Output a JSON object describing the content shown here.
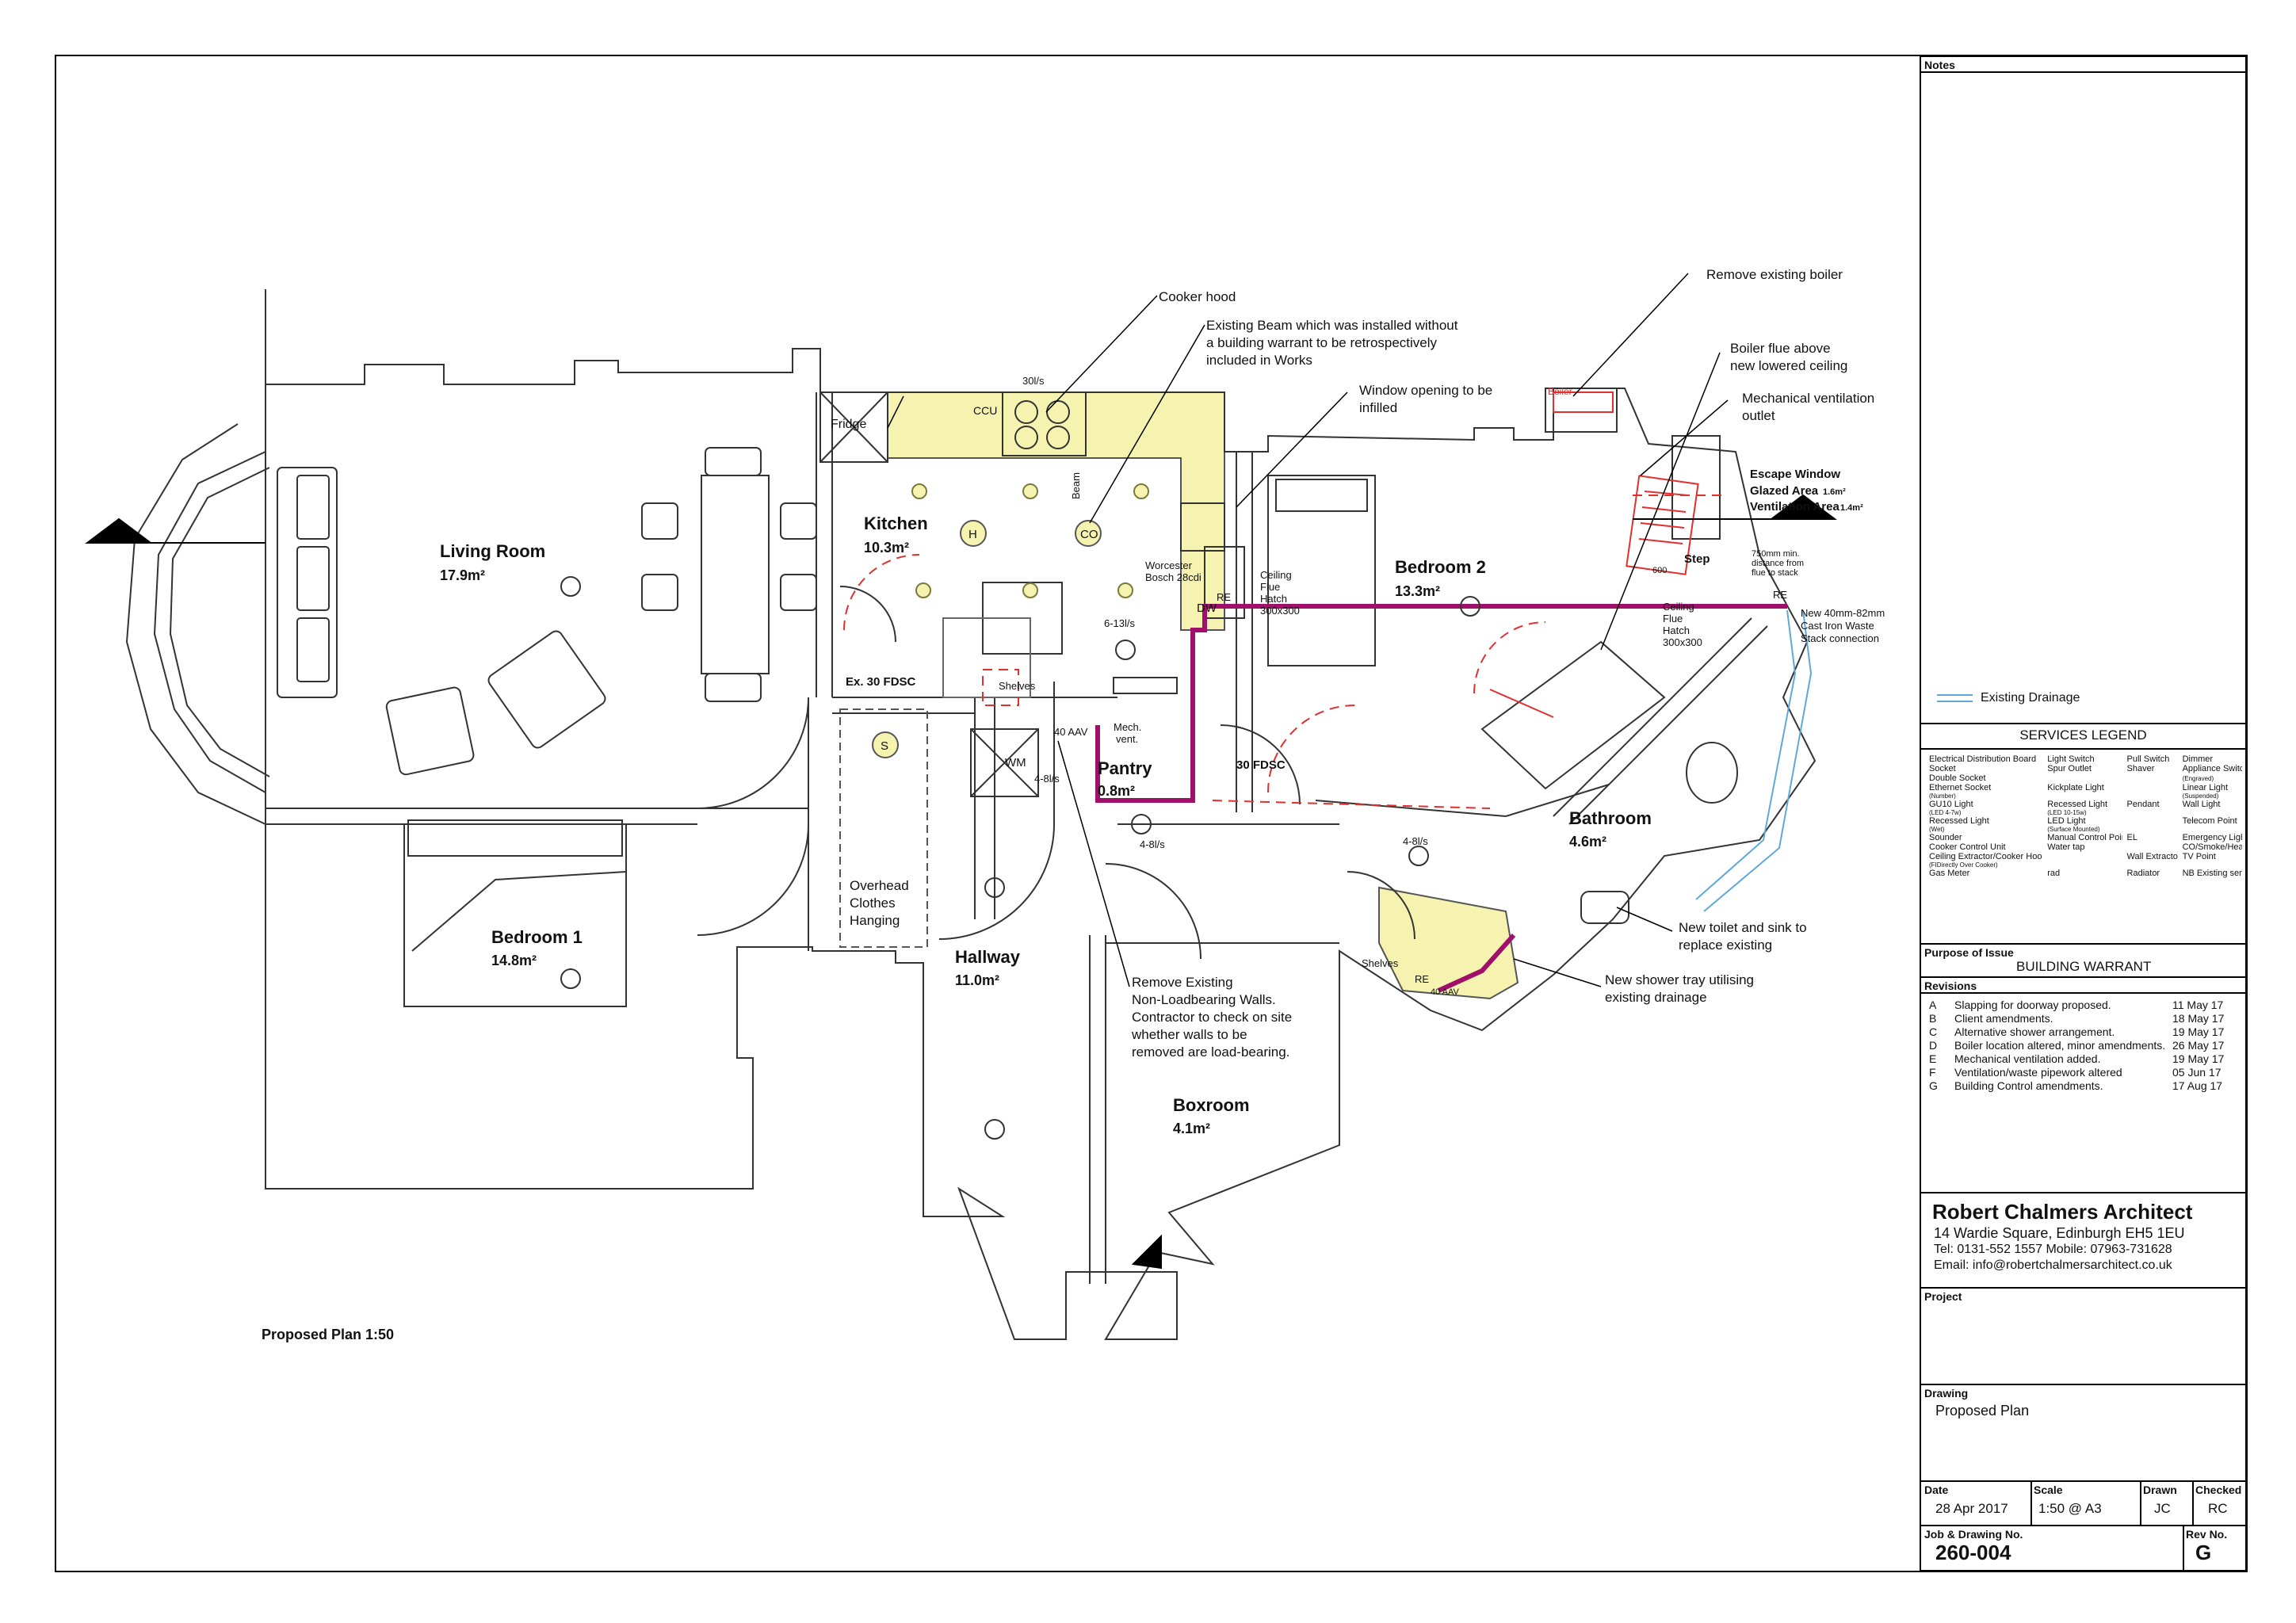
{
  "rooms": [
    {
      "name": "Living Room",
      "area": "17.9m²"
    },
    {
      "name": "Kitchen",
      "area": "10.3m²"
    },
    {
      "name": "Bedroom 2",
      "area": "13.3m²"
    },
    {
      "name": "Bedroom 1",
      "area": "14.8m²"
    },
    {
      "name": "Hallway",
      "area": "11.0m²"
    },
    {
      "name": "Pantry",
      "area": "0.8m²"
    },
    {
      "name": "Bathroom",
      "area": "4.6m²"
    },
    {
      "name": "Boxroom",
      "area": "4.1m²"
    }
  ],
  "annotations": [
    {
      "lines": [
        "Cooker hood"
      ]
    },
    {
      "lines": [
        "Existing Beam which was installed without",
        "a building warrant to be retrospectively",
        "included in Works"
      ]
    },
    {
      "lines": [
        "Window opening to be",
        "infilled"
      ]
    },
    {
      "lines": [
        "Remove existing boiler"
      ]
    },
    {
      "lines": [
        "Boiler flue above",
        "new lowered ceiling"
      ]
    },
    {
      "lines": [
        "Mechanical ventilation",
        "outlet"
      ]
    },
    {
      "lines": [
        "New toilet and sink to",
        "replace existing"
      ]
    },
    {
      "lines": [
        "New shower tray utilising",
        "existing drainage"
      ]
    },
    {
      "lines": [
        "Remove Existing",
        "Non-Loadbearing Walls.",
        "Contractor to check on site",
        "whether walls to be",
        "removed are load-bearing."
      ]
    },
    {
      "lines": [
        "Overhead",
        "Clothes",
        "Hanging"
      ]
    }
  ],
  "escape_window": {
    "title": "Escape Window",
    "glazed_label": "Glazed Area",
    "glazed_value": "1.6m²",
    "vent_label": "Ventilation Area",
    "vent_value": "1.4m²"
  },
  "small_labels": {
    "fridge": "Fridge",
    "ccu": "CCU",
    "flow1": "30l/s",
    "beam": "Beam",
    "worcester": "Worcester",
    "bosch": "Bosch 28cdi",
    "dw": "DW",
    "re": "RE",
    "ceiling": "Ceiling",
    "flue": "Flue",
    "hatch": "Hatch",
    "hatch_size": "300x300",
    "flow2": "6-13l/s",
    "ex_fdsc": "Ex. 30 FDSC",
    "shelves": "Shelves",
    "aav": "40 AAV",
    "mech": "Mech.",
    "vent": "vent.",
    "wm": "WM",
    "flow3": "4-8l/s",
    "flow4": "4-8l/s",
    "fdsc": "30 FDSC",
    "step": "Step",
    "min_note1": "750mm min.",
    "min_note2": "distance from",
    "min_note3": "flue to stack",
    "new_stack1": "New 40mm-82mm",
    "new_stack2": "Cast Iron Waste",
    "new_stack3": "Stack connection",
    "boiler": "Boiler",
    "flow5": "4-8l/s",
    "shelves2": "Shelves",
    "aav2": "40 AAV",
    "h": "H",
    "co": "CO",
    "s": "S",
    "dim600": "600"
  },
  "plan_title": "Proposed Plan 1:50",
  "title_block": {
    "notes_heading": "Notes",
    "existing_drainage": "Existing Drainage",
    "legend_heading": "SERVICES LEGEND",
    "legend": [
      [
        "Electrical Distribution Board",
        "Light Switch",
        "Pull Switch",
        "Dimmer"
      ],
      [
        "Socket",
        "Spur Outlet",
        "Shaver",
        "Appliance Switch"
      ],
      [
        "Double Socket",
        "",
        "",
        "(Engraved)"
      ],
      [
        "Ethernet Socket",
        "Kickplate Light",
        "",
        "Linear Light"
      ],
      [
        "(Number)",
        "",
        "",
        "(Suspended)"
      ],
      [
        "GU10 Light",
        "Recessed Light",
        "Pendant",
        "Wall Light"
      ],
      [
        "(LED 4-7w)",
        "(LED 10-15w)",
        "",
        ""
      ],
      [
        "Recessed Light",
        "LED Light",
        "",
        "Telecom Point"
      ],
      [
        "(Wet)",
        "(Surface Mounted)",
        "",
        ""
      ],
      [
        "Sounder",
        "Manual Control Point",
        "EL",
        "Emergency Light"
      ],
      [
        "Cooker Control Unit",
        "Water tap",
        "",
        "CO/Smoke/Heat Detector"
      ],
      [
        "Ceiling Extractor/Cooker Hood",
        "",
        "Wall Extractor",
        "TV Point"
      ],
      [
        "(FIDirectly Over Cooker)",
        "",
        "",
        ""
      ],
      [
        "Gas Meter",
        "rad",
        "Radiator",
        "NB Existing services drawn in black"
      ]
    ],
    "purpose_heading": "Purpose of Issue",
    "purpose_value": "BUILDING WARRANT",
    "revisions_heading": "Revisions",
    "revisions": [
      {
        "rev": "A",
        "desc": "Slapping for doorway proposed.",
        "date": "11 May 17"
      },
      {
        "rev": "B",
        "desc": "Client amendments.",
        "date": "18 May 17"
      },
      {
        "rev": "C",
        "desc": "Alternative shower arrangement.",
        "date": "19 May 17"
      },
      {
        "rev": "D",
        "desc": "Boiler location altered, minor amendments.",
        "date": "26 May 17"
      },
      {
        "rev": "E",
        "desc": "Mechanical ventilation added.",
        "date": "19 May 17"
      },
      {
        "rev": "F",
        "desc": "Ventilation/waste pipework altered",
        "date": "05 Jun 17"
      },
      {
        "rev": "G",
        "desc": "Building Control amendments.",
        "date": "17 Aug 17"
      }
    ],
    "firm_name": "Robert Chalmers Architect",
    "firm_address": "14 Wardie Square, Edinburgh EH5 1EU",
    "firm_tel": "Tel: 0131-552 1557 Mobile: 07963-731628",
    "firm_email": "Email: info@robertchalmersarchitect.co.uk",
    "project_heading": "Project",
    "drawing_heading": "Drawing",
    "drawing_value": "Proposed Plan",
    "date_heading": "Date",
    "date_value": "28 Apr 2017",
    "scale_heading": "Scale",
    "scale_value": "1:50 @ A3",
    "drawn_heading": "Drawn",
    "drawn_value": "JC",
    "checked_heading": "Checked",
    "checked_value": "RC",
    "job_heading": "Job & Drawing No.",
    "job_value": "260-004",
    "rev_heading": "Rev No.",
    "rev_value": "G"
  },
  "colors": {
    "highlight": "#f6f3b0",
    "pipe": "#a0106a",
    "red": "#e03030",
    "drain": "#5fa8d8"
  }
}
